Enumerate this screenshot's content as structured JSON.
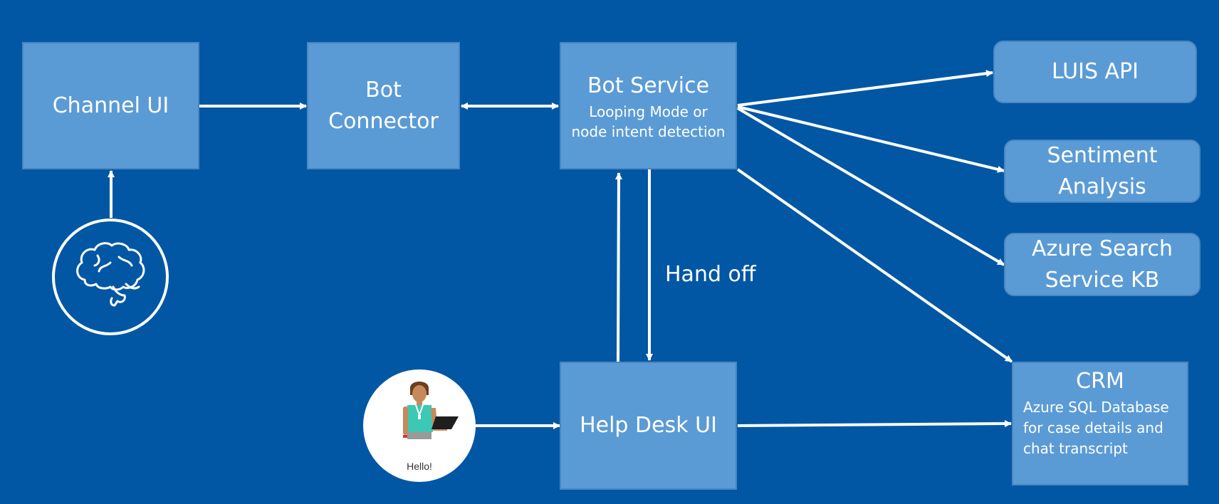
{
  "nodes": {
    "channel_ui": {
      "title": "Channel UI"
    },
    "bot_connector": {
      "title": "Bot Connector"
    },
    "bot_service": {
      "title": "Bot Service",
      "subtitle_line1": "Looping Mode or",
      "subtitle_line2": "node intent detection"
    },
    "luis_api": {
      "title": "LUIS API"
    },
    "sentiment": {
      "title_line1": "Sentiment",
      "title_line2": "Analysis"
    },
    "azure_search": {
      "title_line1": "Azure Search",
      "title_line2": "Service KB"
    },
    "help_desk": {
      "title": "Help Desk UI"
    },
    "crm": {
      "title": "CRM",
      "line1": "Azure SQL Database",
      "line2": "for case details and",
      "line3": "chat transcript"
    }
  },
  "edges": {
    "hand_off_label": "Hand off"
  },
  "agent_avatar": {
    "caption": "Hello!"
  },
  "icons": [
    "brain-icon",
    "help-desk-agent-icon"
  ],
  "colors": {
    "background": "#0257A4",
    "box_fill": "#5B9BD5",
    "box_border": "#4A86C0",
    "arrow": "#FFFFFF"
  }
}
